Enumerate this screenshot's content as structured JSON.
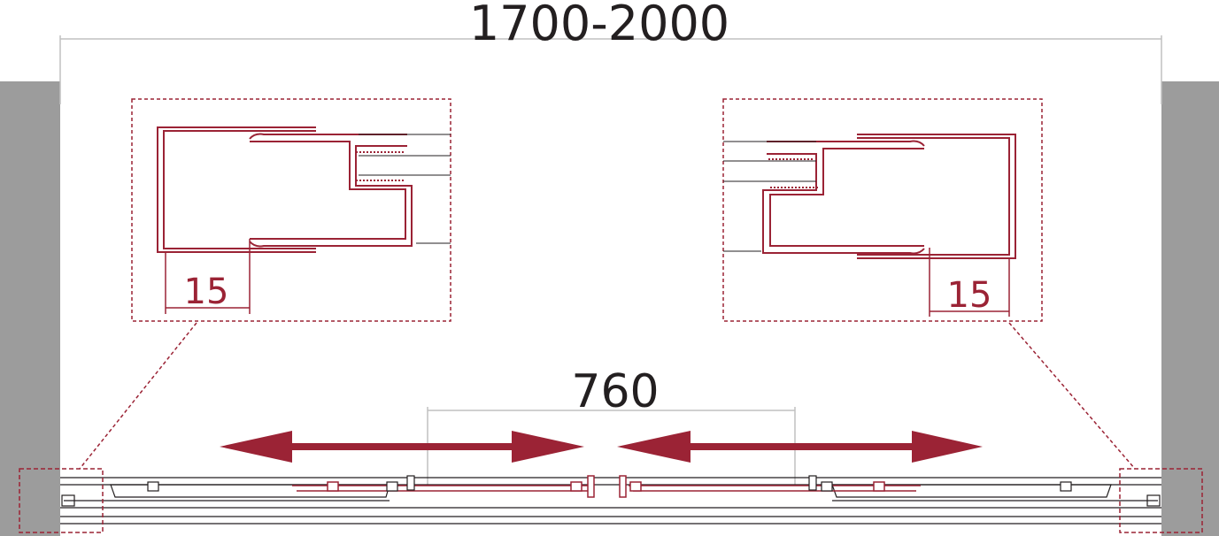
{
  "dimensions": {
    "overall_width": "1700-2000",
    "opening_width": "760",
    "left_detail_clearance": "15",
    "right_detail_clearance": "15"
  },
  "colors": {
    "profile": "#9b2335",
    "wall": "#9c9c9c",
    "dimension_line": "#c0c0c0",
    "text": "#231f20",
    "frame_line": "#231f20"
  },
  "icons": {
    "movement_arrow": "double-headed-arrow-icon"
  }
}
